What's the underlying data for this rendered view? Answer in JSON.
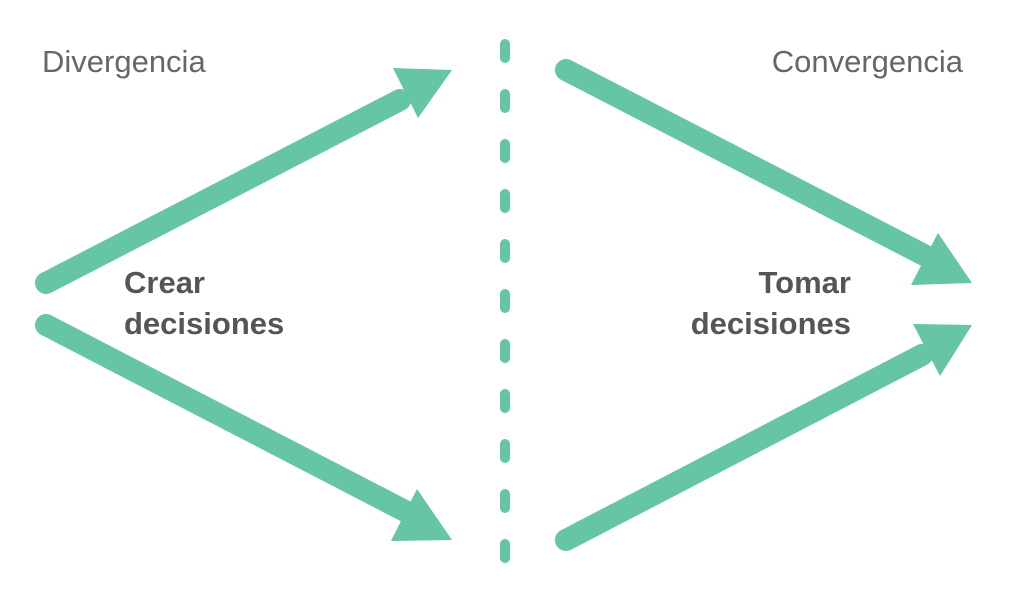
{
  "theme": {
    "arrow_color": "#66c5a2",
    "divider_color": "#66c5a2",
    "label_color": "#666666",
    "emphasis_color": "#555555"
  },
  "phases": {
    "left": "Divergencia",
    "right": "Convergencia"
  },
  "steps": {
    "left": {
      "line1": "Crear",
      "line2": "decisiones"
    },
    "right": {
      "line1": "Tomar",
      "line2": "decisiones"
    }
  },
  "icons": {
    "arrow": "arrow-icon",
    "divider": "dashed-divider"
  }
}
